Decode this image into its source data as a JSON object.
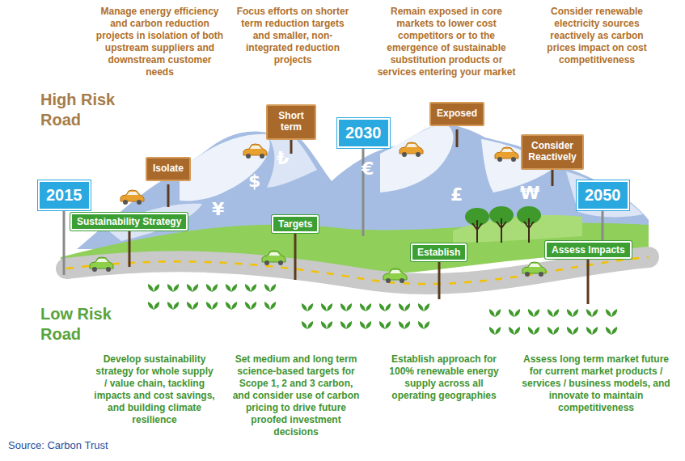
{
  "diagram": {
    "caption": "Source: Carbon Trust",
    "nodes": [
      {
        "text": [
          "2015"
        ]
      },
      {
        "text": [
          "Isolate"
        ]
      },
      {
        "text": [
          "Short term"
        ]
      },
      {
        "text": [
          "2030"
        ]
      },
      {
        "text": [
          "Exposed"
        ]
      },
      {
        "text": [
          "Consider Reactively"
        ]
      },
      {
        "text": [
          "2050"
        ]
      },
      {
        "text": [
          "Sustainability Strategy"
        ]
      },
      {
        "text": [
          "Targets"
        ]
      },
      {
        "text": [
          "Establish"
        ]
      },
      {
        "text": [
          "Assess Impacts"
        ]
      }
    ],
    "labels": [
      "Manage energy efficiency and carbon reduction projects in isolation of both upstream suppliers and downstream customer needs",
      "Focus efforts on shorter term reduction targets and smaller, non-integrated reduction projects",
      "Remain exposed in core markets to lower cost competitors or to the emergence of sustainable substitution products or services entering your market",
      "Consider renewable electricity sources reactively as carbon prices impact on cost competitiveness",
      "High Risk Road",
      "Low Risk Road",
      "Develop sustainability strategy for whole supply / value chain, tackling impacts and cost savings, and building climate resilience",
      "Set medium and long term science-based targets for Scope 1, 2 and 3 carbon, and consider use of carbon pricing to drive future proofed investment decisions",
      "Establish approach for 100% renewable energy supply across all operating geographies",
      "Assess long term market future for current market products / services / business models, and innovate to maintain competitiveness",
      "$",
      "₺",
      "¥",
      "€",
      "£",
      "₩"
    ]
  }
}
